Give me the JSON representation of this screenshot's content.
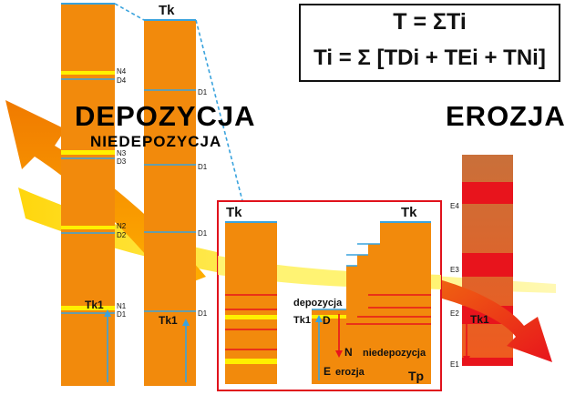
{
  "formula": {
    "line1": "T = ΣTi",
    "line2": "Ti = Σ [TDi + TEi + TNi]"
  },
  "headings": {
    "deposition": "DEPOZYCJA",
    "nondeposition": "NIEDEPOZYCJA",
    "erosion": "EROZJA"
  },
  "column_left": {
    "levels": [
      {
        "n": "N4",
        "d": "D4"
      },
      {
        "n": "N3",
        "d": "D3"
      },
      {
        "n": "N2",
        "d": "D2"
      },
      {
        "n": "N1",
        "d": "D1"
      }
    ],
    "tk1": "Tk1"
  },
  "column_second": {
    "top_label": "Tk",
    "d_labels": [
      "D1",
      "D1",
      "D1",
      "D1"
    ],
    "tk1": "Tk1"
  },
  "inset": {
    "left_top": "Tk",
    "right_top": "Tk",
    "deposition": "depozycja",
    "d": "D",
    "n": "N",
    "nondeposition": "niedepozycja",
    "e": "E",
    "erosion": "erozja",
    "tk1": "Tk1",
    "tp": "Tp"
  },
  "erosion_column": {
    "labels": [
      "E4",
      "E3",
      "E2",
      "E1"
    ],
    "tk1": "Tk1"
  },
  "colors": {
    "orange": "#f28a0c",
    "yellow": "#fff000",
    "cyan": "#3aa3dd",
    "red": "#e8141c",
    "frame": "#e0121c"
  }
}
